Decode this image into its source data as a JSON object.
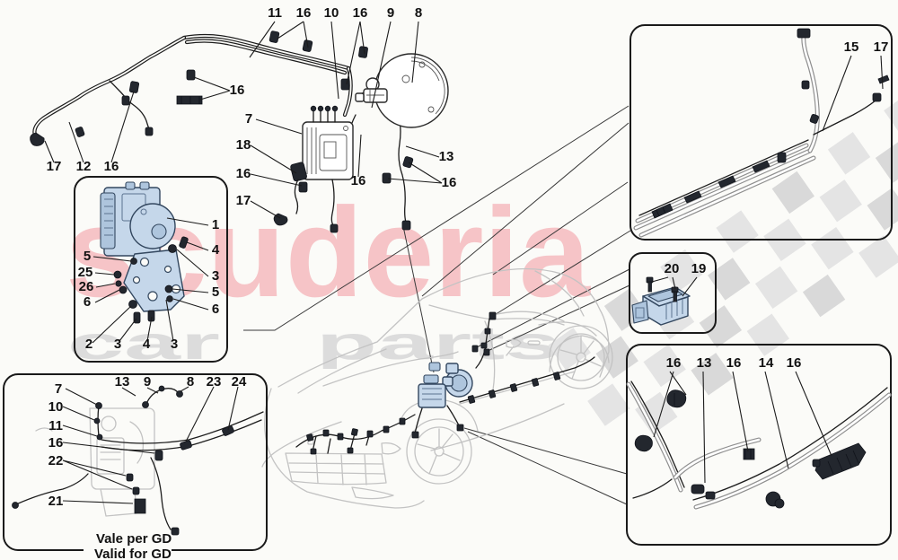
{
  "watermark": {
    "brand": "scuderia",
    "word_left": "car",
    "word_right": "parts",
    "brand_color": "#f6c4c7",
    "words_color": "#dcdcdc"
  },
  "note": {
    "line1": "Vale per GD",
    "line2": "Valid for GD"
  },
  "callouts": {
    "main": [
      "11",
      "16",
      "10",
      "16",
      "9",
      "8",
      "17",
      "12",
      "16",
      "16",
      "7",
      "18",
      "16",
      "17",
      "13",
      "16",
      "16"
    ],
    "abs_box": [
      "1",
      "4",
      "3",
      "5",
      "6",
      "5",
      "25",
      "26",
      "6",
      "2",
      "3",
      "4",
      "3"
    ],
    "bottom_left": [
      "13",
      "9",
      "8",
      "23",
      "24",
      "7",
      "10",
      "11",
      "16",
      "22",
      "21"
    ],
    "top_right": [
      "15",
      "17"
    ],
    "sensor_box": [
      "20",
      "19"
    ],
    "bottom_right": [
      "16",
      "13",
      "16",
      "14",
      "16"
    ]
  },
  "colors": {
    "line": "#1c1c1c",
    "car_outline": "#c3c3c3",
    "component_fill": "#c5d7ea",
    "component_stroke": "#33475f",
    "pipe_grey": "#8f8f8f",
    "checker": "#e4e4e4",
    "background": "#fbfbf8"
  }
}
